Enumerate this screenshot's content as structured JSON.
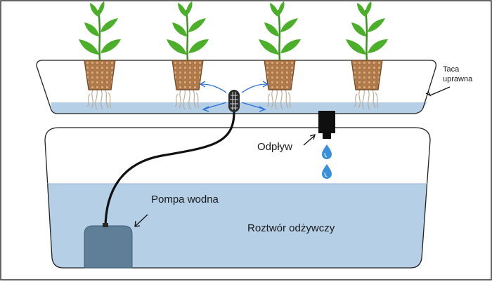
{
  "labels": {
    "tray_line1": "Taca",
    "tray_line2": "uprawna",
    "drain": "Odpływ",
    "pump": "Pompa wodna",
    "solution": "Roztwór odżywczy"
  },
  "colors": {
    "water": "#b4cfe6",
    "water_line": "#8fb3d6",
    "pump": "#5f7f99",
    "pump_edge": "#3f5d75",
    "drop": "#3a8fd8",
    "pot": "#b07a4a",
    "leaf": "#4caf2a",
    "stem": "#3d8f1f",
    "arrow": "#2b6fd6",
    "outline": "#222222"
  },
  "plants": {
    "count": 4
  },
  "icons": [
    "plant-icon",
    "pot-icon",
    "sprayer-icon",
    "drain-icon",
    "drop-icon",
    "pump-icon"
  ]
}
